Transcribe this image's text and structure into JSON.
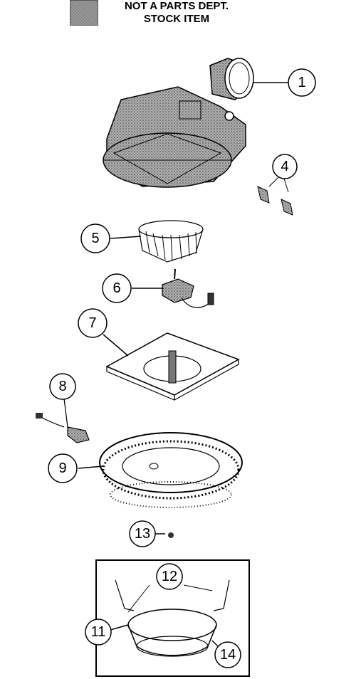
{
  "legend": {
    "line1": "NOT A PARTS DEPT.",
    "line2": "STOCK ITEM",
    "swatch_color": "#9a9a9a"
  },
  "callouts": [
    {
      "id": "1",
      "label": "1"
    },
    {
      "id": "4",
      "label": "4"
    },
    {
      "id": "5",
      "label": "5"
    },
    {
      "id": "6",
      "label": "6"
    },
    {
      "id": "7",
      "label": "7"
    },
    {
      "id": "8",
      "label": "8"
    },
    {
      "id": "9",
      "label": "9"
    },
    {
      "id": "13",
      "label": "13"
    },
    {
      "id": "12",
      "label": "12"
    },
    {
      "id": "11",
      "label": "11"
    },
    {
      "id": "14",
      "label": "14"
    }
  ]
}
